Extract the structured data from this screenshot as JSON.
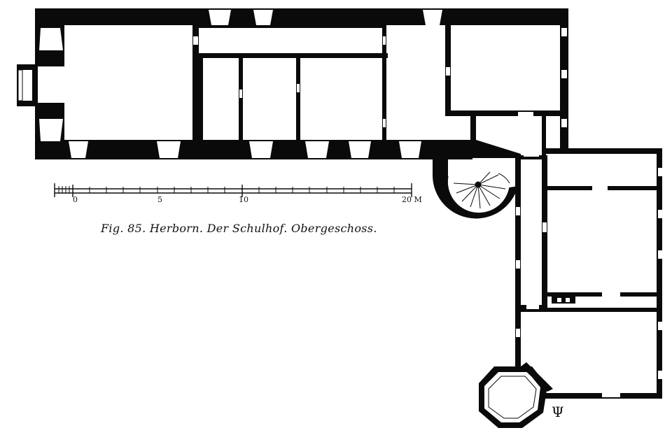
{
  "figure": {
    "caption": "Fig. 85. Herborn. Der Schulhof. Obergeschoss."
  },
  "scale_bar": {
    "labels": [
      "0",
      "5",
      "10",
      "20 M"
    ]
  },
  "north_mark": "Ψ"
}
